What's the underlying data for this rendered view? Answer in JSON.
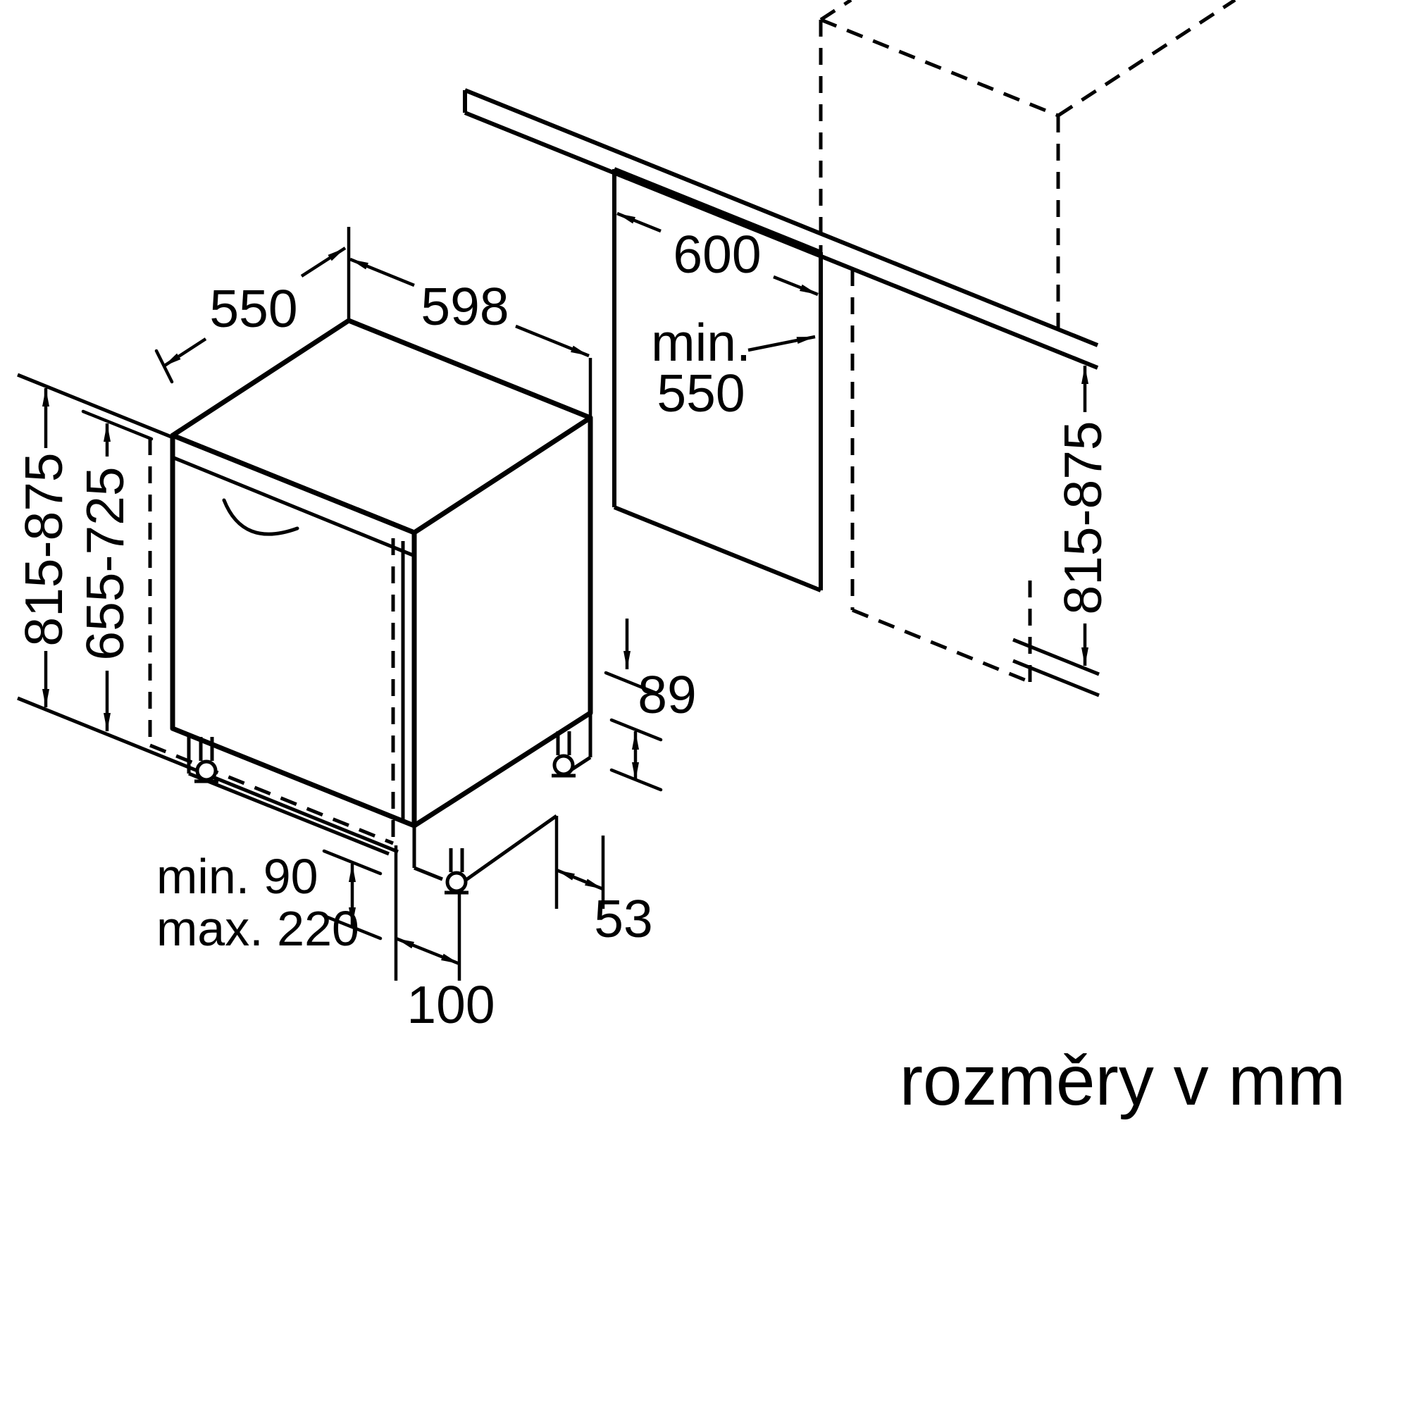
{
  "diagram": {
    "unit_note": "rozměry v mm",
    "appliance": {
      "depth_top": "550",
      "width_top": "598",
      "height_range": "815-875",
      "door_height_range": "655-725",
      "plinth_min": "min. 90",
      "plinth_max": "max. 220",
      "plinth_depth": "100",
      "rear_clearance": "89",
      "front_clearance": "53"
    },
    "niche": {
      "counter_depth": "600",
      "min_width_line1": "min.",
      "min_width_line2": "550",
      "height_range": "815-875"
    }
  }
}
